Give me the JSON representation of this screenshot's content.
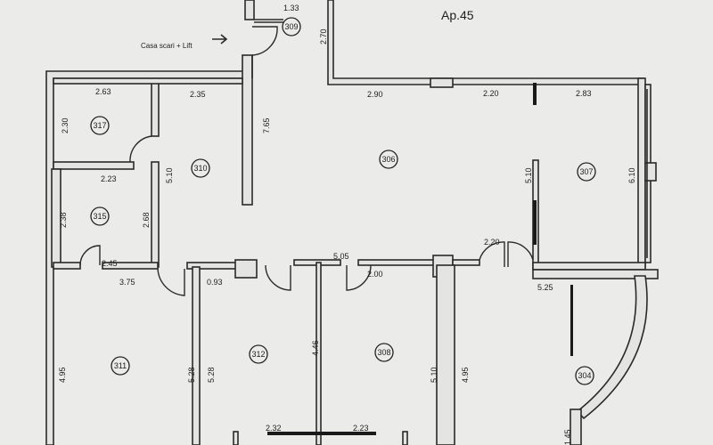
{
  "plan": {
    "apartment_label": "Ap.45",
    "stair_note": "Casa scari + Lift",
    "rooms": [
      "309",
      "317",
      "310",
      "306",
      "307",
      "315",
      "311",
      "312",
      "308",
      "304"
    ],
    "dimensions": {
      "d_top": "1.33",
      "d_270": "2.70",
      "d_263": "2.63",
      "d_235": "2.35",
      "d_230": "2.30",
      "d_765": "7.65",
      "d_510a": "5.10",
      "d_290": "2.90",
      "d_220a": "2.20",
      "d_283": "2.83",
      "d_510b": "5.10",
      "d_610": "6.10",
      "d_223a": "2.23",
      "d_238": "2.38",
      "d_268": "2.68",
      "d_245": "2.45",
      "d_375": "3.75",
      "d_093": "0.93",
      "d_605": "5.05",
      "d_200": "2.00",
      "d_220b": "2.20",
      "d_525": "5.25",
      "d_495a": "4.95",
      "d_528a": "5.28",
      "d_528b": "5.28",
      "d_446": "4.46",
      "d_510c": "5.10",
      "d_495b": "4.95",
      "d_232": "2.32",
      "d_223b": "2.23",
      "d_145": "1.45"
    }
  }
}
